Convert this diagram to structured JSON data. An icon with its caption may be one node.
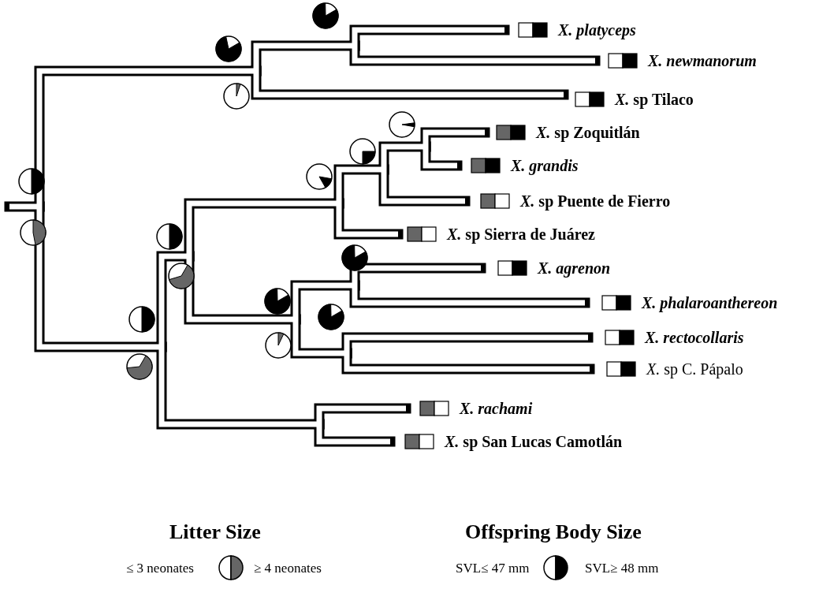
{
  "diagram": {
    "labels": [
      "*X. platyceps*",
      "*X. newmanorum*",
      "*X.* sp Tilaco",
      "*X.* sp Zoquitlán",
      "*X. grandis*",
      "*X.* sp Puente de Fierro",
      "*X.* sp Sierra de Juárez",
      "*X. agrenon*",
      "*X. phalaroanthereon*",
      "*X. rectocollaris*",
      "*X.* sp C. Pápalo",
      "*X. rachami*",
      "*X.* sp San Lucas Camotlán",
      "Litter Size",
      "Offspring Body Size"
    ],
    "legend": [
      {
        "text": "≤ 3 neonates",
        "color": "#ffffff"
      },
      {
        "text": "≥ 4 neonates",
        "color": "#666666"
      },
      {
        "text": "SVL≤ 47 mm",
        "color": "#ffffff"
      },
      {
        "text": "SVL≥ 48 mm",
        "color": "#000000"
      }
    ]
  }
}
